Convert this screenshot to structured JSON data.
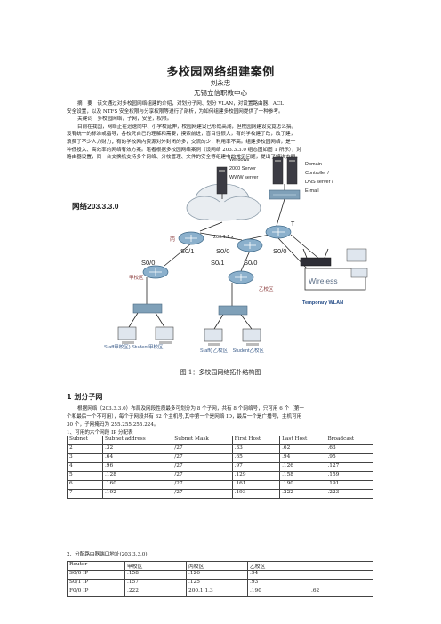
{
  "title": "多校园网络组建案例",
  "author": "刘永忠",
  "institution": "无锡立信职教中心",
  "abstract": {
    "line1": "摘　要　该文通过对多校园网络组建的介绍，对划分子网、划分 VLAN，对设置路由器、ACL",
    "line2": "安全设置，以及 NTFS 安全权限与分享权限等进行了剖析，为如何组建多校园网提供了一种参考。",
    "keywords": "关键词　多校园网络，子网，安全，权限。"
  },
  "intro_lines": [
    "目前在我国，网络正在迅速向中、小学校延伸，校园网建设已形成高潮，但校园网建设究竟怎么搞，",
    "没有统一的标准或指导，各校凭自己的理解和需要，摸索前进，盲目性很大，有的学校建了改，改了建，",
    "浪费了不少人力财力；有的学校网内资源对外封闭的多，交流的少，利用率不高。组建多校园网络，是一",
    "种低投入、高效率的网络有效方案。笔者根据多校园网络案例（设网络 203.3.3.0 组态图如图 1 所示），对",
    "路由器设置，同一台交换机支持多个网络、分校管理、文件的安全等组建中的常见问题，提出了解决方案。"
  ],
  "diagram": {
    "network_label": "网络203.3.3.0",
    "windows_server": [
      "Windows",
      "2000 Server",
      "WWW server"
    ],
    "domain_server": [
      "Domain",
      "Controller /",
      "DNS server /",
      "E-mail"
    ],
    "ip_label": "200.1.1.x",
    "router_left": "丙",
    "router_right": "T",
    "ports": {
      "left_s01": "S0/1",
      "left_s00": "S0/0",
      "mid_s00_top": "S0/0",
      "mid_s01": "S0/1",
      "mid_s00": "S0/0",
      "right_s00": "S0/0",
      "far_left_s00": "S0/0"
    },
    "campus_jia": "甲校区",
    "campus_yi": "乙校区",
    "wireless": "Wireless",
    "temp_wlan": "Temporary WLAN",
    "staff_jia": "Staff甲校区) Student甲校区",
    "staff_yi": "Staff( 乙校区　Student乙校区"
  },
  "caption": "图 1：多校园网络拓扑结构图",
  "section1": "1 划分子网",
  "section1_lines": [
    "根据网络（203.3.3.0）布局及网段性质最多可划分为 8 个子网，共有 8 个网络号，只可用 6 个（第一",
    "个和最后一个不可用），每个子网段共有 32 个主机号,其中第一个是网络 ID，最后一个是广播号，主机可用",
    "30 个，子网掩码为 255.255.255.224。"
  ],
  "table1_caption": "1、可用的六个网段 IP 分配表",
  "table1": {
    "headers": [
      "Subnet",
      "Subnet address",
      "Subnet Mask",
      "First Host",
      "Last Host",
      "Broadcast"
    ],
    "rows": [
      [
        "2",
        ".32",
        "/27",
        ".33",
        ".62",
        ".63"
      ],
      [
        "3",
        ".64",
        "/27",
        ".65",
        ".94",
        ".95"
      ],
      [
        "4",
        ".96",
        "/27",
        ".97",
        ".126",
        ".127"
      ],
      [
        "5",
        ".128",
        "/27",
        ".129",
        ".158",
        ".159"
      ],
      [
        "6",
        ".160",
        "/27",
        ".161",
        ".190",
        ".191"
      ],
      [
        "7",
        ".192",
        "/27",
        ".193",
        ".222",
        ".223"
      ]
    ]
  },
  "table2_caption": "2、分配路由器端口地址(203.3.3.0)",
  "table2": {
    "headers": [
      "Router",
      "甲校区",
      "丙校区",
      "乙校区",
      ""
    ],
    "rows": [
      [
        "S0/0 IP",
        ".158",
        ".126",
        ".94",
        ""
      ],
      [
        "S0/1 IP",
        ".157",
        ".125",
        ".93",
        ""
      ],
      [
        "F0/0 IP",
        ".222",
        "200.1.1.3",
        ".190",
        ".62"
      ]
    ]
  }
}
